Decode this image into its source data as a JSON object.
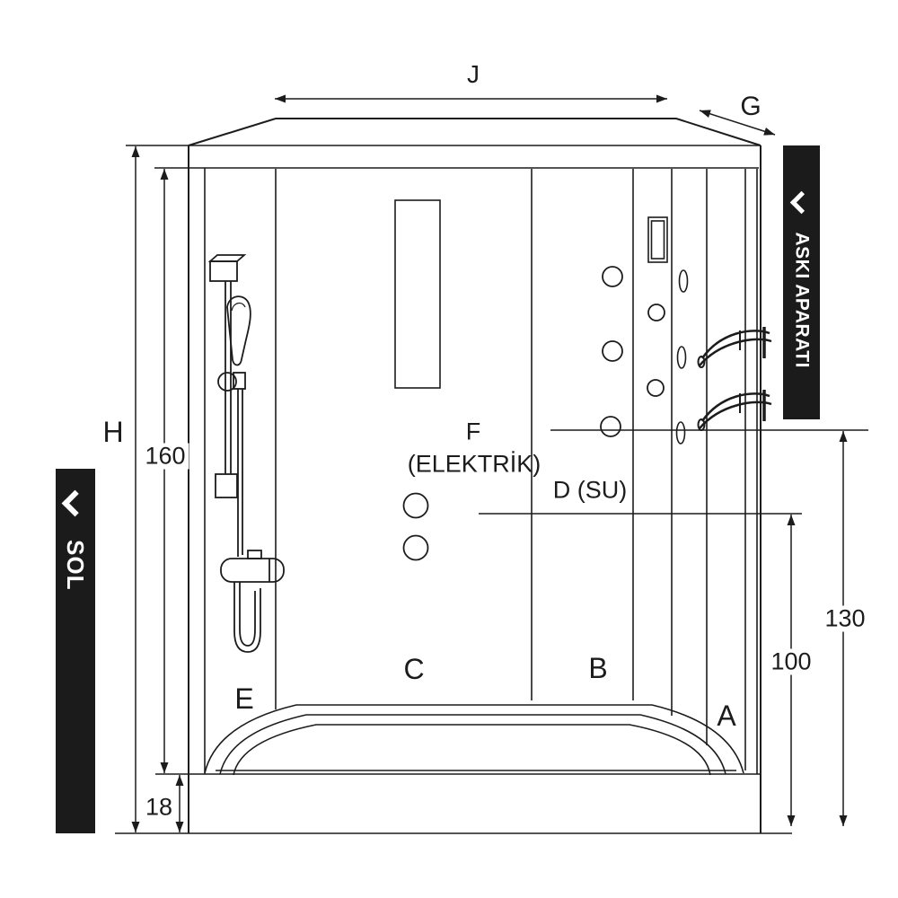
{
  "diagram": {
    "type": "shower-cabin installation drawing, front view"
  },
  "labels": {
    "j": "J",
    "g": "G",
    "h": "H",
    "v160": "160",
    "v18": "18",
    "v130": "130",
    "v100": "100",
    "f": "F",
    "f_note": "(ELEKTRİK)",
    "d_note": "D (SU)",
    "a": "A",
    "b": "B",
    "c": "C",
    "e": "E"
  },
  "banners": {
    "left": "SOL",
    "right": "ASKI APARATI"
  },
  "icons": {
    "left_banner": "chevron-up",
    "right_banner": "chevron-up"
  },
  "colors": {
    "line": "#1c1c1c",
    "background": "#ffffff",
    "banner_bg": "#1b1b1b",
    "banner_text": "#ffffff"
  }
}
